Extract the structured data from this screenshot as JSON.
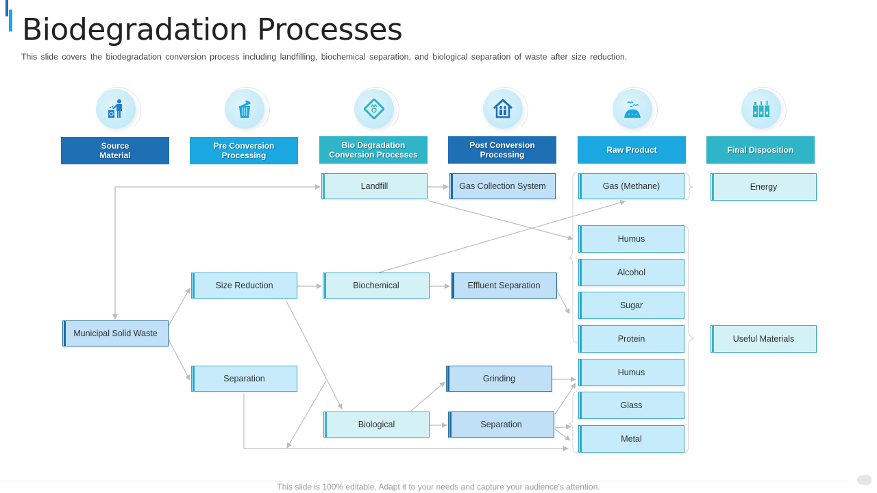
{
  "title": "Biodegradation Processes",
  "subtitle": "This slide covers the biodegradation conversion process including landfilling, biochemical separation, and biological separation of waste after size reduction.",
  "colors": {
    "dark_blue": "#1f6fb5",
    "bright_blue": "#1ba7e0",
    "teal": "#30b4c7",
    "box_light": "#d4f1f5",
    "box_mid": "#c6ecfb",
    "box_dark": "#bfe0f7",
    "connector": "#bdbdbd"
  },
  "stages": [
    {
      "label": "Source Material",
      "line1": "Source",
      "line2": "Material",
      "icon": "person-trash-recycle-icon",
      "color": "#1f6fb5"
    },
    {
      "label": "Pre Conversion Processing",
      "line1": "Pre Conversion",
      "line2": "Processing",
      "icon": "trash-bin-leaf-icon",
      "color": "#1ba7e0"
    },
    {
      "label": "Bio Degradation Conversion Processes",
      "line1": "Bio Degradation",
      "line2": "Conversion Processes",
      "icon": "biohazard-sign-icon",
      "color": "#30b4c7"
    },
    {
      "label": "Post Conversion Processing",
      "line1": "Post Conversion",
      "line2": "Processing",
      "icon": "house-family-icon",
      "color": "#1f6fb5"
    },
    {
      "label": "Raw Product",
      "line1": "Raw Product",
      "line2": "",
      "icon": "landfill-birds-icon",
      "color": "#1ba7e0"
    },
    {
      "label": "Final Disposition",
      "line1": "Final Disposition",
      "line2": "",
      "icon": "recycling-bins-icon",
      "color": "#30b4c7"
    }
  ],
  "nodes": {
    "municipal_solid_waste": "Municipal Solid Waste",
    "size_reduction": "Size Reduction",
    "separation_pre": "Separation",
    "landfill": "Landfill",
    "biochemical": "Biochemical",
    "biological": "Biological",
    "gas_collection": "Gas Collection System",
    "effluent_separation": "Effluent Separation",
    "grinding": "Grinding",
    "separation_post": "Separation",
    "gas_methane": "Gas (Methane)",
    "humus_1": "Humus",
    "alcohol": "Alcohol",
    "sugar": "Sugar",
    "protein": "Protein",
    "humus_2": "Humus",
    "glass": "Glass",
    "metal": "Metal",
    "energy": "Energy",
    "useful_materials": "Useful Materials"
  },
  "footer": "This slide is 100% editable. Adapt it to your needs and capture your audience's attention."
}
